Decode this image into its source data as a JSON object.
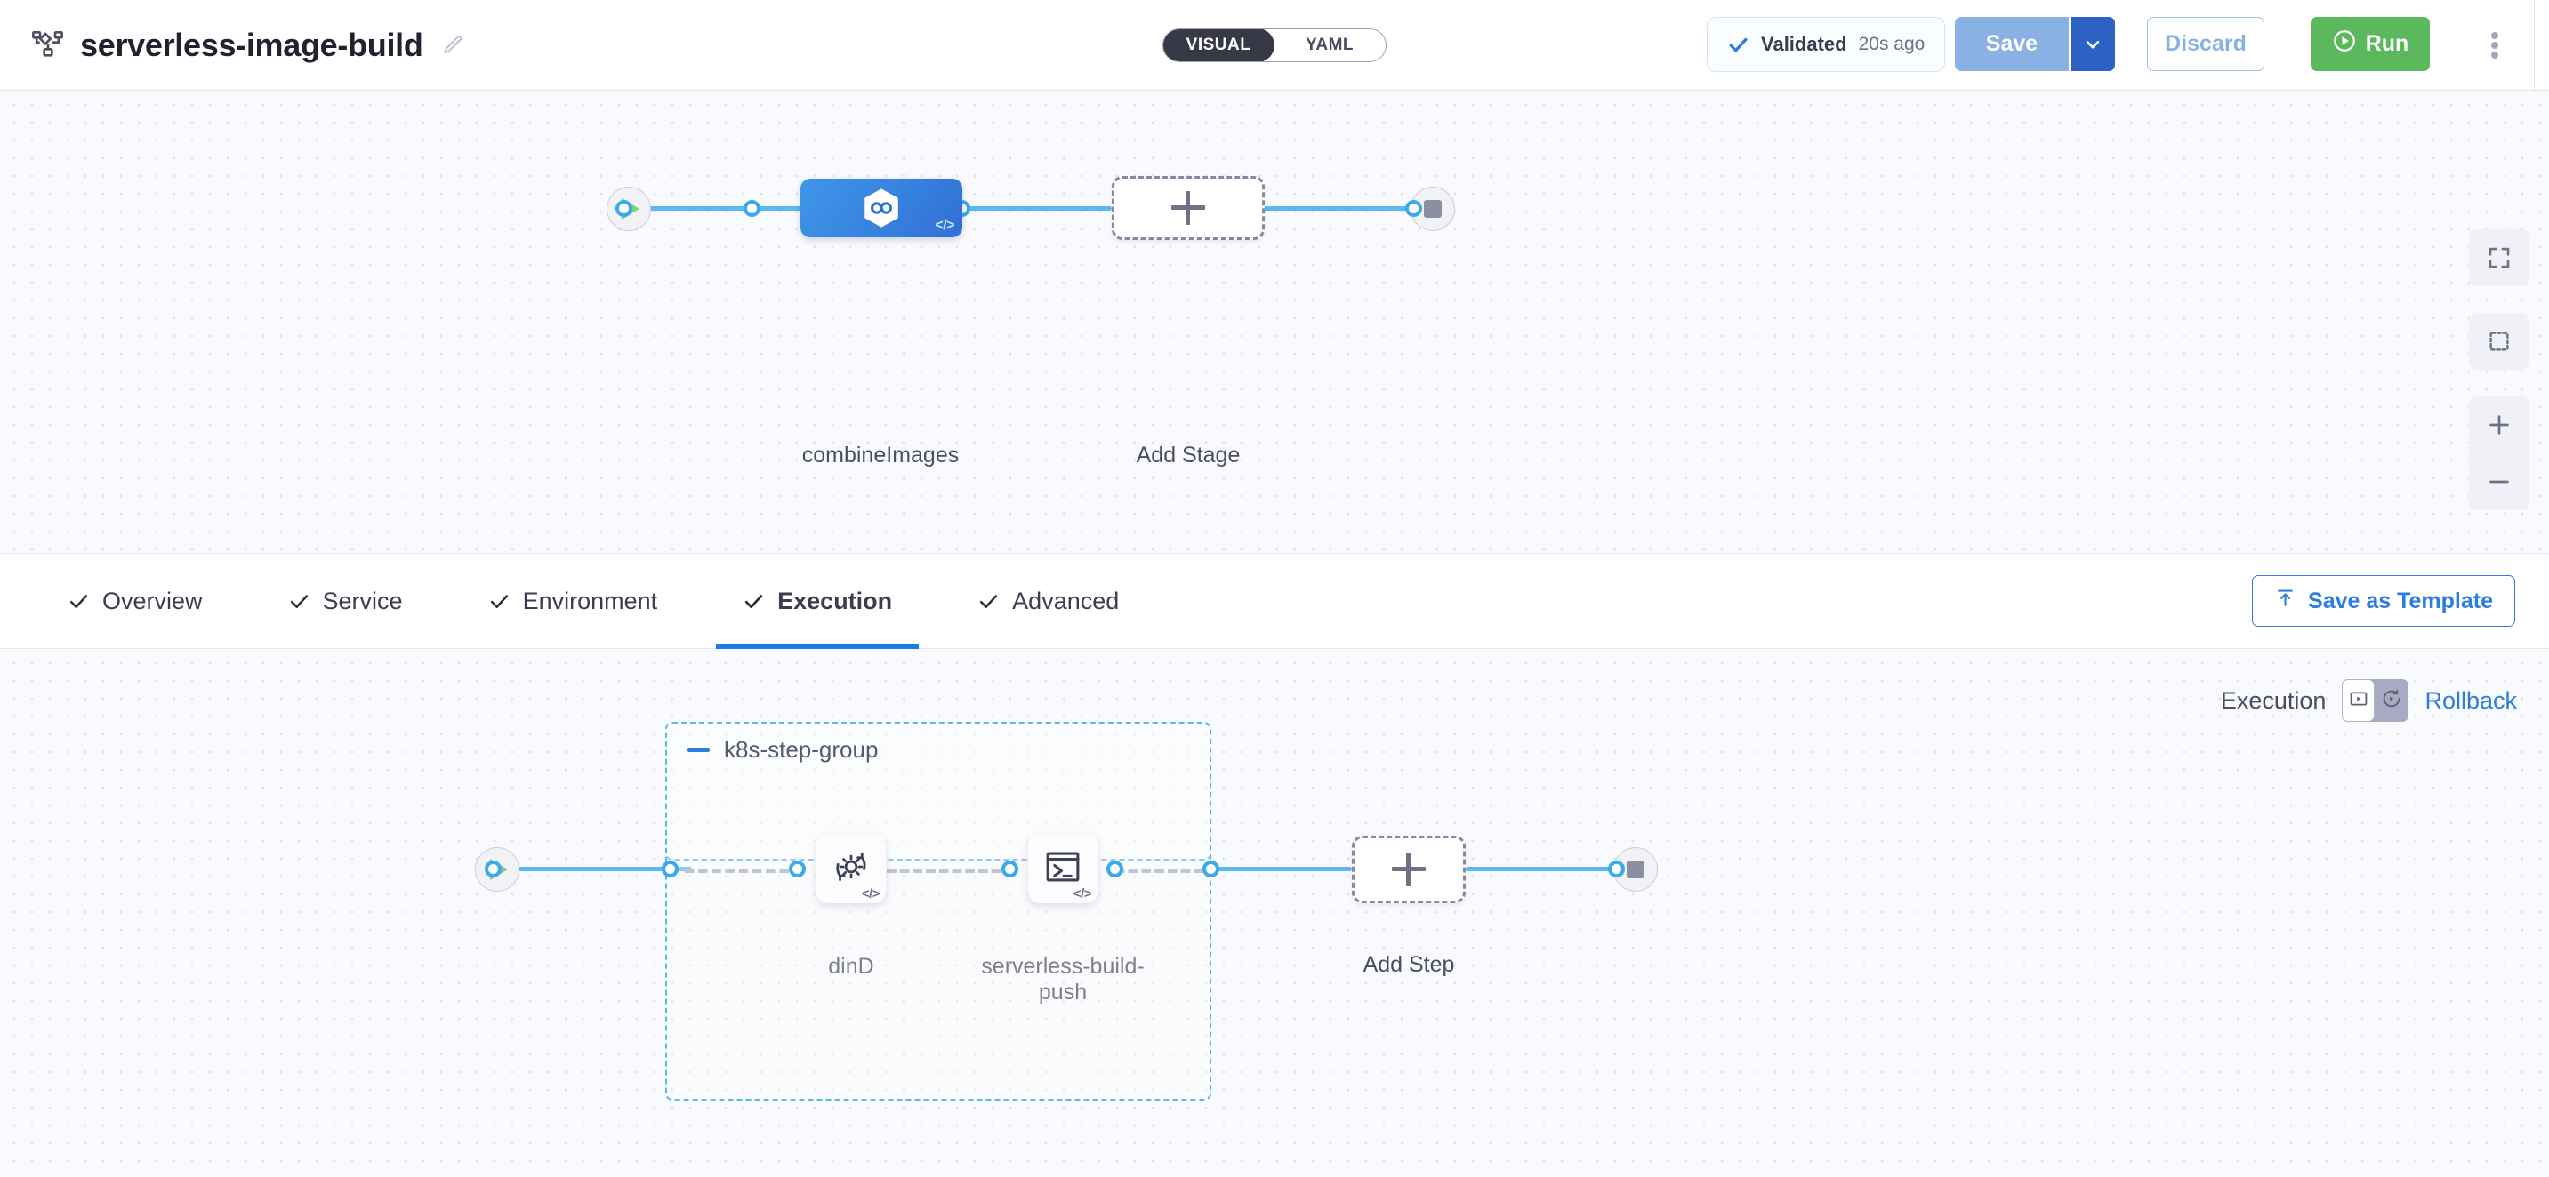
{
  "header": {
    "pipeline_icon": "pipeline-nodes-icon",
    "title": "serverless-image-build",
    "edit_icon": "pencil-icon",
    "mode_toggle": {
      "options": [
        "VISUAL",
        "YAML"
      ],
      "selected": "VISUAL"
    },
    "validation": {
      "icon": "check-icon",
      "label": "Validated",
      "time": "20s ago"
    },
    "save_label": "Save",
    "save_caret_icon": "chevron-down-icon",
    "discard_label": "Discard",
    "run_label": "Run",
    "run_icon": "play-circle-icon",
    "menu_icon": "kebab-menu-icon"
  },
  "stage_canvas": {
    "start_node": {
      "icon": "play-icon",
      "name": "pipeline-start"
    },
    "end_node": {
      "icon": "stop-icon",
      "name": "pipeline-end"
    },
    "stages": [
      {
        "label": "combineImages",
        "icon": "harness-hexagon-icon",
        "badge": "</>",
        "selected": true
      }
    ],
    "add_stage_label": "Add Stage",
    "add_stage_icon": "plus-icon",
    "controls": [
      {
        "name": "fit-to-screen-button",
        "icon": "fullscreen-icon"
      },
      {
        "name": "select-region-button",
        "icon": "marquee-select-icon"
      },
      {
        "name": "zoom-in-button",
        "icon": "plus-icon"
      },
      {
        "name": "zoom-out-button",
        "icon": "minus-icon"
      }
    ]
  },
  "tabbar": {
    "tabs": [
      {
        "label": "Overview",
        "icon": "check-icon",
        "active": false
      },
      {
        "label": "Service",
        "icon": "check-icon",
        "active": false
      },
      {
        "label": "Environment",
        "icon": "check-icon",
        "active": false
      },
      {
        "label": "Execution",
        "icon": "check-icon",
        "active": true
      },
      {
        "label": "Advanced",
        "icon": "check-icon",
        "active": false
      }
    ],
    "save_as_template_label": "Save as Template",
    "save_as_template_icon": "upload-template-icon"
  },
  "execution_canvas": {
    "execution_label": "Execution",
    "rollback_label": "Rollback",
    "toggle": {
      "execution_icon": "execution-play-box-icon",
      "rollback_icon": "rollback-arrow-icon",
      "selected": "execution"
    },
    "start_node": {
      "icon": "play-icon",
      "name": "execution-start"
    },
    "end_node": {
      "icon": "stop-icon",
      "name": "execution-end"
    },
    "step_group": {
      "label": "k8s-step-group",
      "collapse_icon": "minus-icon",
      "steps": [
        {
          "label": "dinD",
          "icon": "gear-rotate-icon",
          "badge": "</>"
        },
        {
          "label": "serverless-build-push",
          "icon": "terminal-icon",
          "badge": "</>"
        }
      ]
    },
    "add_step_label": "Add Step",
    "add_step_icon": "plus-icon"
  },
  "colors": {
    "accent_blue": "#2d7ce0",
    "edge_blue": "#5cb8ef",
    "stage_blue_start": "#3f96e8",
    "stage_blue_end": "#3170d6",
    "run_green": "#5cb85c",
    "canvas_bg": "#f9fafd",
    "dashed_grey": "#85889e",
    "group_dashed": "#5cb8ef"
  }
}
